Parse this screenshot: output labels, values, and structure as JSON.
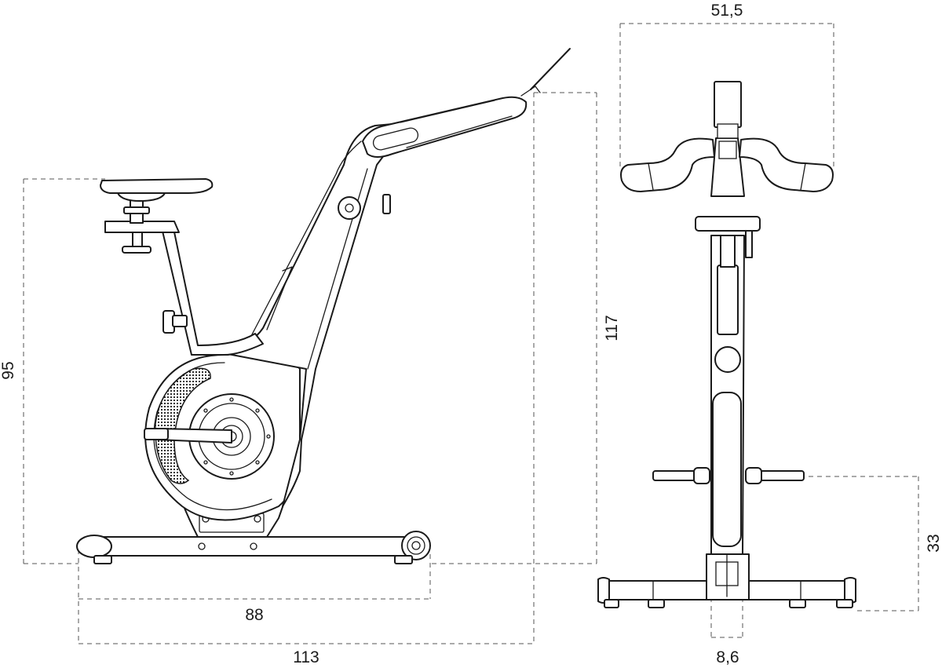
{
  "dimensions": {
    "top_width": "51,5",
    "seat_height": "95",
    "total_height": "117",
    "base_length": "88",
    "total_length": "113",
    "pedal_height": "33",
    "base_width": "8,6"
  }
}
